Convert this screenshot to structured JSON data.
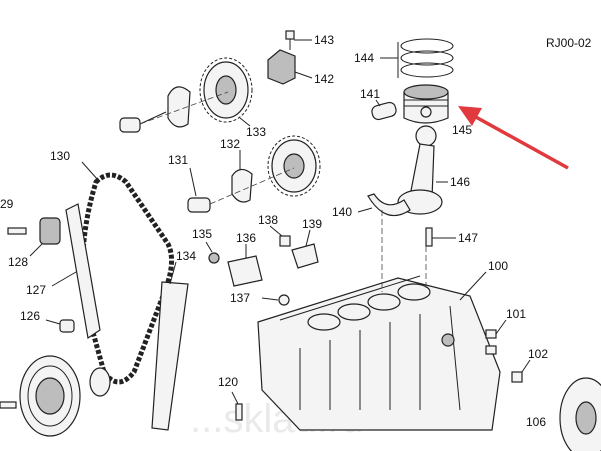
{
  "reference_code": "RJ00-02",
  "watermark": "...sklad.ru",
  "arrow_color": "#e0393e",
  "callouts": [
    {
      "id": "143",
      "text": "143"
    },
    {
      "id": "142",
      "text": "142"
    },
    {
      "id": "144",
      "text": "144"
    },
    {
      "id": "141",
      "text": "141"
    },
    {
      "id": "145",
      "text": "145"
    },
    {
      "id": "133",
      "text": "133"
    },
    {
      "id": "130",
      "text": "130"
    },
    {
      "id": "131",
      "text": "131"
    },
    {
      "id": "132",
      "text": "132"
    },
    {
      "id": "146",
      "text": "146"
    },
    {
      "id": "129",
      "text": "29"
    },
    {
      "id": "140",
      "text": "140"
    },
    {
      "id": "138",
      "text": "138"
    },
    {
      "id": "139",
      "text": "139"
    },
    {
      "id": "128",
      "text": "128"
    },
    {
      "id": "135",
      "text": "135"
    },
    {
      "id": "136",
      "text": "136"
    },
    {
      "id": "147",
      "text": "147"
    },
    {
      "id": "127",
      "text": "127"
    },
    {
      "id": "134",
      "text": "134"
    },
    {
      "id": "100",
      "text": "100"
    },
    {
      "id": "137",
      "text": "137"
    },
    {
      "id": "126",
      "text": "126"
    },
    {
      "id": "101",
      "text": "101"
    },
    {
      "id": "102",
      "text": "102"
    },
    {
      "id": "120",
      "text": "120"
    },
    {
      "id": "106",
      "text": "106"
    }
  ]
}
